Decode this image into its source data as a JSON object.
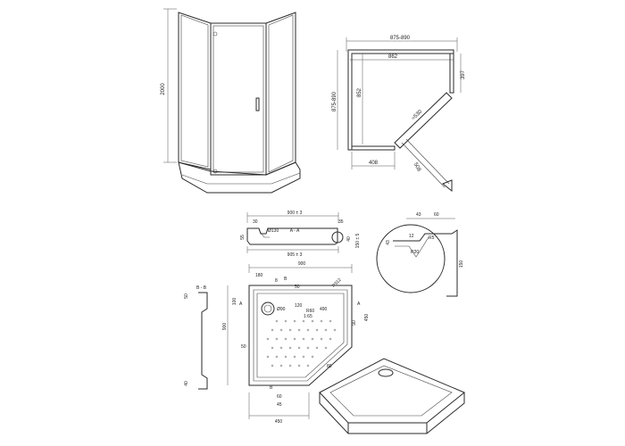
{
  "enclosure_elevation": {
    "height_label": "2000"
  },
  "plan_view": {
    "overall_width": "875-890",
    "overall_depth": "875-890",
    "inner_width": "862",
    "inner_depth": "852",
    "side_panel": "397",
    "diagonal": "≈530",
    "front_left": "408",
    "front_right": "508"
  },
  "section_aa": {
    "top_width": "900 ± 3",
    "bottom_width": "905 ± 3",
    "label": "A - A",
    "drain": "Ø130",
    "rim_left": "30",
    "left_height": "55",
    "right_rim": "35",
    "right_height": "40",
    "depth": "150 ± 5"
  },
  "detail_profile": {
    "dim_43": "43",
    "dim_60": "60",
    "dim_12": "12",
    "dim_43b": "43",
    "dim_r5": "R5",
    "dim_r20": "R20",
    "height": "150"
  },
  "tray_plan": {
    "width": "900",
    "depth": "900",
    "drain_offset_x": "180",
    "drain_offset_y": "100",
    "dim_8": "8",
    "dim_50_top": "50",
    "diagonal_label": "R512",
    "dim_120": "120",
    "dim_r60": "R60",
    "dim_1": "1:65",
    "dim_490": "490",
    "drain_dia": "Ø90",
    "right_450": "450",
    "right_90": "90",
    "left_50": "50",
    "bottom_60": "60",
    "bottom_45": "45",
    "bottom_450": "450",
    "corner_80": "80",
    "section_a_left": "A",
    "section_a_right": "A",
    "section_b_top": "B",
    "section_b_bottom": "B"
  },
  "section_bb": {
    "label": "B - B",
    "top": "50",
    "bottom": "40"
  }
}
